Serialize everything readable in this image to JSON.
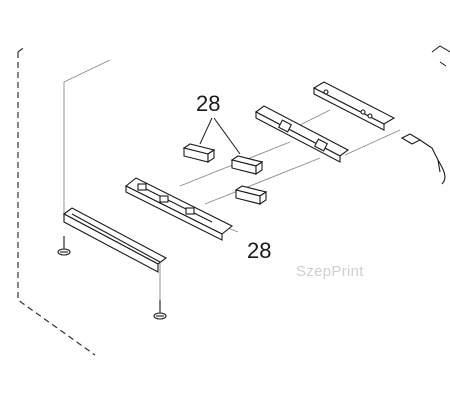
{
  "callouts": {
    "top_label": "28",
    "bottom_label": "28"
  },
  "watermark": {
    "text": "SzepPrint"
  },
  "colors": {
    "line": "#1a1a1a",
    "dash": "#333333",
    "leader": "#888888",
    "watermark": "#cfcfcf"
  }
}
